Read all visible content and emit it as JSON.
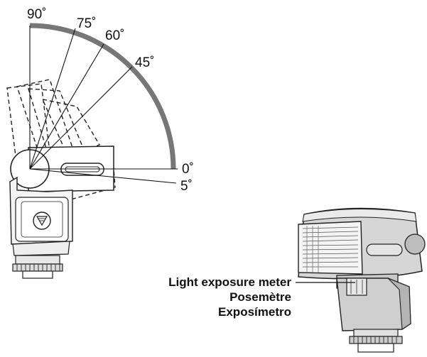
{
  "tilt_angles": [
    {
      "id": "90",
      "label": "90˚"
    },
    {
      "id": "75",
      "label": "75˚"
    },
    {
      "id": "60",
      "label": "60˚"
    },
    {
      "id": "45",
      "label": "45˚"
    },
    {
      "id": "0",
      "label": "0˚"
    },
    {
      "id": "m5",
      "label": "5˚"
    }
  ],
  "callout": {
    "labels": [
      "Light exposure meter",
      "Posemètre",
      "Exposímetro"
    ]
  }
}
